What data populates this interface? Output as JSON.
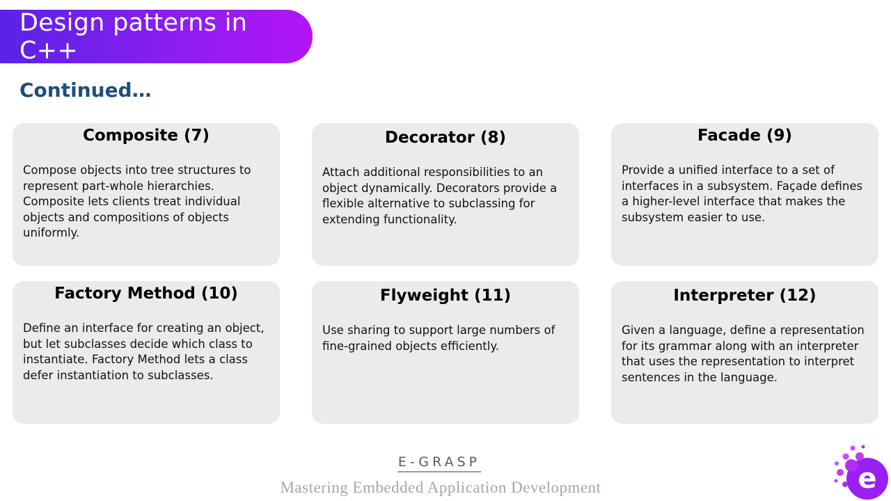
{
  "slide": {
    "title": "Design patterns in C++",
    "subtitle": "Continued…"
  },
  "cards": [
    {
      "heading": "Composite (7)",
      "text": "Compose objects into tree structures to represent part-whole hierarchies. Composite lets clients treat individual objects and compositions of objects uniformly."
    },
    {
      "heading": "Decorator (8)",
      "text": "Attach additional responsibilities to an object dynamically. Decorators provide a flexible alternative to subclassing for extending functionality."
    },
    {
      "heading": "Facade (9)",
      "text": "Provide a unified interface to a set of interfaces in a subsystem. Façade defines a higher-level interface that makes the subsystem easier to use."
    },
    {
      "heading": "Factory Method (10)",
      "text": "Define an interface for creating an object, but let subclasses decide which class to instantiate. Factory Method lets a class defer instantiation to subclasses."
    },
    {
      "heading": "Flyweight (11)",
      "text": "Use sharing to support large numbers of fine-grained objects efficiently."
    },
    {
      "heading": "Interpreter (12)",
      "text": "Given a language, define a representation for its grammar along with an interpreter that uses the representation to interpret sentences in the language."
    }
  ],
  "footer": {
    "brand": "E-GRASP",
    "tagline": "Mastering Embedded Application Development"
  },
  "logo": {
    "icon": "e-grasp-logo-icon",
    "letter": "e",
    "color_primary": "#9b1ff2",
    "color_secondary": "#d24cf7"
  }
}
